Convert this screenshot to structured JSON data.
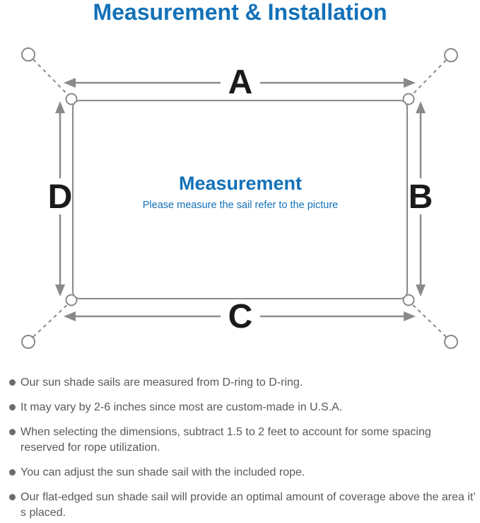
{
  "title": "Measurement & Installation",
  "colors": {
    "accent_blue": "#1371b8",
    "diagram_line_gray": "#8a8a8a",
    "note_text_gray": "#595959"
  },
  "diagram": {
    "labels": {
      "top": "A",
      "right": "B",
      "bottom": "C",
      "left": "D"
    },
    "center_title": "Measurement",
    "center_subtitle": "Please measure the sail refer to the picture"
  },
  "notes": [
    "Our sun shade sails are measured from D-ring to D-ring.",
    "It may vary by 2-6 inches since most are custom-made in U.S.A.",
    "When selecting the dimensions, subtract 1.5 to 2 feet to account for some spacing reserved for rope utilization.",
    "You can adjust the sun shade sail with the included rope.",
    "Our flat-edged sun shade sail will provide an optimal amount of coverage above the area it’ s placed."
  ]
}
